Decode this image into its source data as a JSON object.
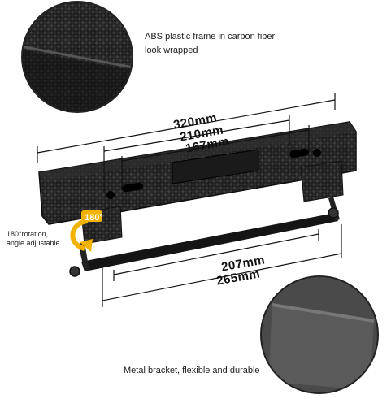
{
  "captions": {
    "top_line1": "ABS plastic frame in carbon fiber",
    "top_line2": "look wrapped",
    "rotation_line1": "180°rotation,",
    "rotation_line2": "angle adjustable",
    "bottom": "Metal bracket, flexible and durable"
  },
  "dimensions": {
    "frame_overall": "320mm",
    "hole_outer": "210mm",
    "hole_inner": "167mm",
    "bracket_inner": "207mm",
    "bracket_overall": "265mm"
  },
  "rotation_badge": "180°",
  "colors": {
    "carbon_dark": "#1c1c1c",
    "carbon_mid": "#3a3a3a",
    "rotation_arrow": "#f2b300"
  }
}
